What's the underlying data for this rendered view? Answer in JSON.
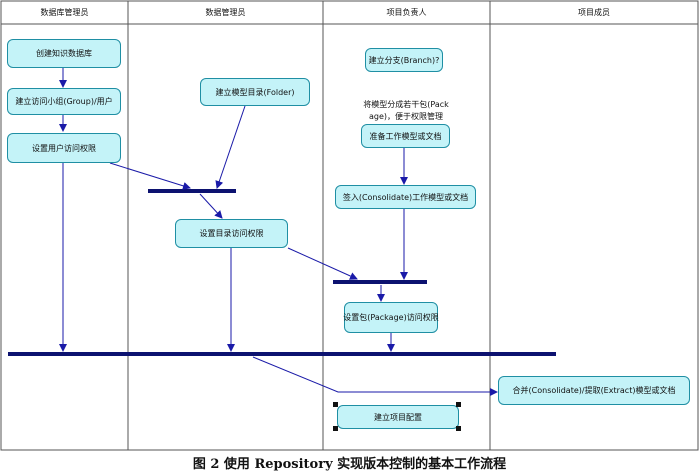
{
  "lanes": [
    {
      "label": "数据库管理员"
    },
    {
      "label": "数据管理员"
    },
    {
      "label": "项目负责人"
    },
    {
      "label": "项目成员"
    }
  ],
  "nodes": {
    "create_kb": "创建知识数据库",
    "create_group": "建立访问小组(Group)/用户",
    "set_user_perm": "设置用户访问权限",
    "create_folder": "建立模型目录(Folder)",
    "set_dir_perm": "设置目录访问权限",
    "create_branch": "建立分支(Branch)?",
    "prepare_docs": "准备工作模型或文档",
    "consolidate_docs": "签入(Consolidate)工作模型或文档",
    "set_pkg_perm": "设置包(Package)访问权限",
    "merge_extract": "合并(Consolidate)/提取(Extract)模型或文档",
    "create_config": "建立项目配置"
  },
  "notes": {
    "package_line1": "将模型分成若干包(Pack",
    "package_line2": "age)，便于权限管理"
  },
  "caption": "图 2 使用 Repository 实现版本控制的基本工作流程",
  "colors": {
    "node_fill": "#c4f3f8",
    "node_border": "#1f8fa4",
    "flow_arrow": "#1a1aa8",
    "sync_bar": "#0c1270"
  }
}
